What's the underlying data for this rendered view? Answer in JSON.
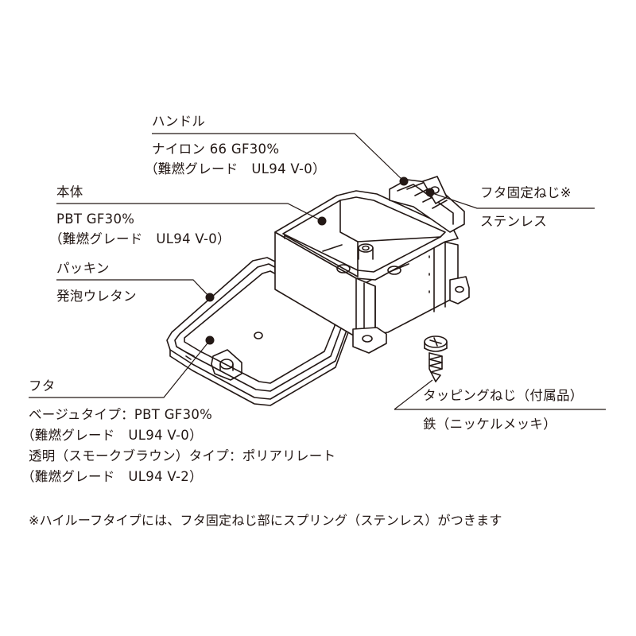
{
  "colors": {
    "ink": "#231815",
    "paper": "#ffffff",
    "shade": "#cfcfcf"
  },
  "labels": {
    "handle": {
      "name": "ハンドル",
      "material": "ナイロン 66 GF30%",
      "grade": "（難燃グレード　UL94 V-0）"
    },
    "body": {
      "name": "本体",
      "material": "PBT GF30%",
      "grade": "（難燃グレード　UL94 V-0）"
    },
    "gasket": {
      "name": "パッキン",
      "material": "発泡ウレタン"
    },
    "lid_screw": {
      "name": "フタ固定ねじ※",
      "material": "ステンレス"
    },
    "lid": {
      "name": "フタ",
      "line1": "ベージュタイプ：PBT GF30%",
      "line2": "（難燃グレード　UL94 V-0）",
      "line3": "透明（スモークブラウン）タイプ：ポリアリレート",
      "line4": "（難燃グレード　UL94 V-2）"
    },
    "tapping_screw": {
      "name": "タッピングねじ（付属品）",
      "material": "鉄（ニッケルメッキ）"
    }
  },
  "footnote": "※ハイルーフタイプには、フタ固定ねじ部にスプリング（ステンレス）がつきます"
}
